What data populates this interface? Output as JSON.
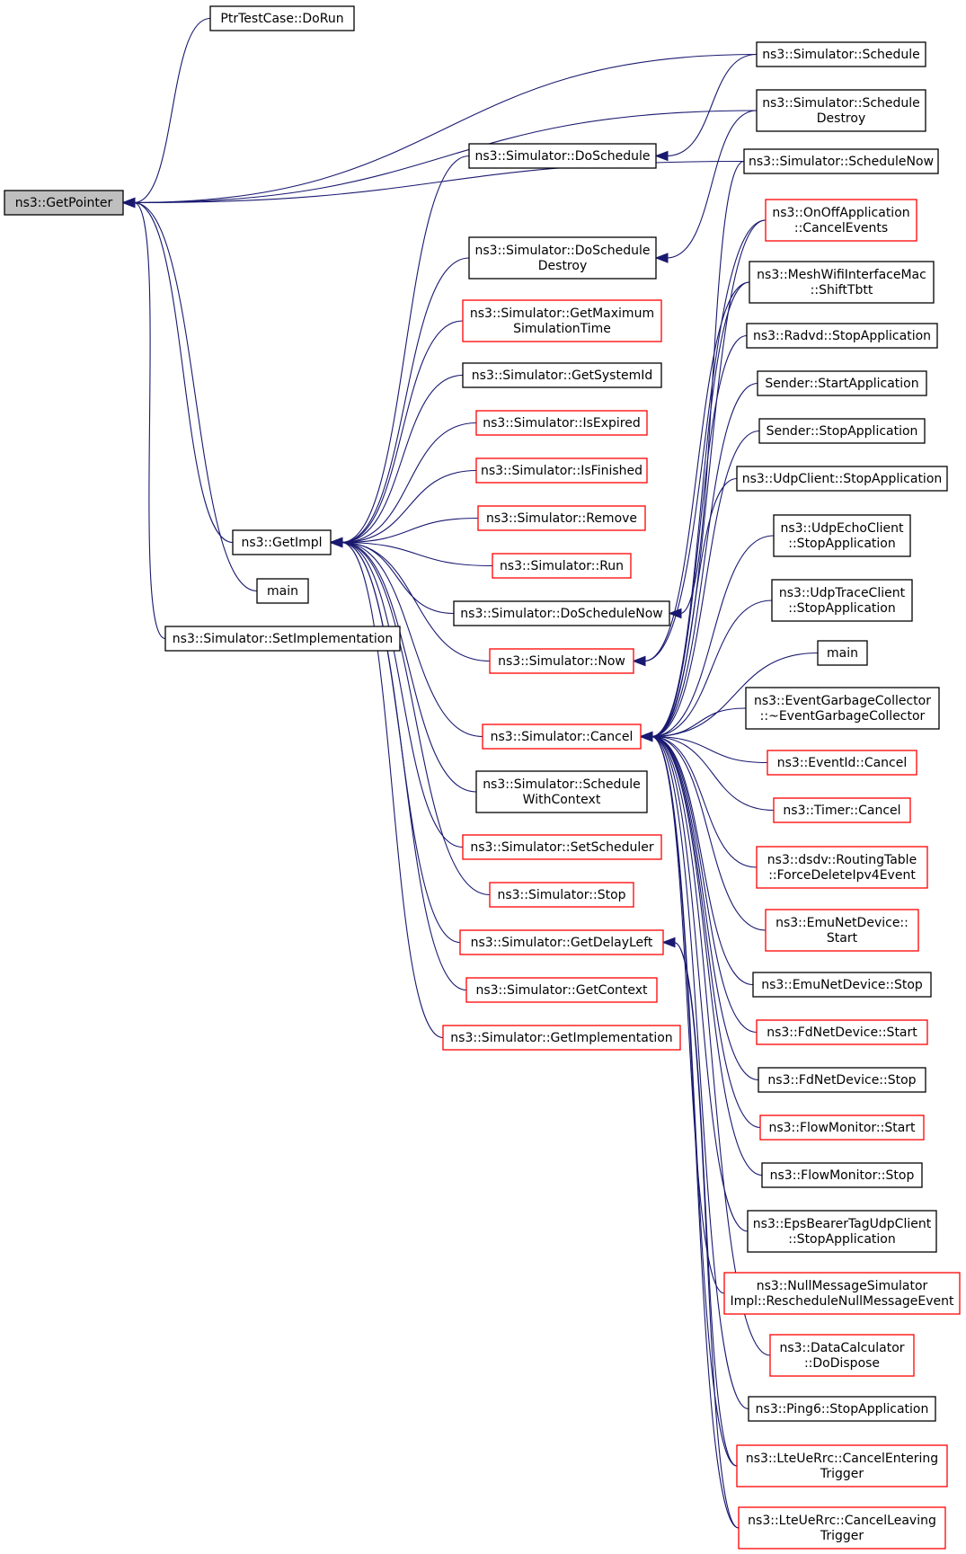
{
  "diagram": {
    "type": "caller-graph",
    "colors": {
      "edge": "#191970",
      "border_black": "#000000",
      "border_red": "#ff0000",
      "root_fill": "#bfbfbf"
    },
    "nodes": [
      {
        "id": "getpointer",
        "lines": [
          "ns3::GetPointer"
        ],
        "style": "root"
      },
      {
        "id": "ptrtestcase",
        "lines": [
          "PtrTestCase::DoRun"
        ],
        "style": "black"
      },
      {
        "id": "getimpl",
        "lines": [
          "ns3::GetImpl"
        ],
        "style": "black"
      },
      {
        "id": "main1",
        "lines": [
          "main"
        ],
        "style": "black"
      },
      {
        "id": "setimpl",
        "lines": [
          "ns3::Simulator::SetImplementation"
        ],
        "style": "black"
      },
      {
        "id": "doschedule",
        "lines": [
          "ns3::Simulator::DoSchedule"
        ],
        "style": "black"
      },
      {
        "id": "doscheduledestroy",
        "lines": [
          "ns3::Simulator::DoSchedule",
          "Destroy"
        ],
        "style": "black"
      },
      {
        "id": "getmaxsimtime",
        "lines": [
          "ns3::Simulator::GetMaximum",
          "SimulationTime"
        ],
        "style": "red"
      },
      {
        "id": "getsystemid",
        "lines": [
          "ns3::Simulator::GetSystemId"
        ],
        "style": "black"
      },
      {
        "id": "isexpired",
        "lines": [
          "ns3::Simulator::IsExpired"
        ],
        "style": "red"
      },
      {
        "id": "isfinished",
        "lines": [
          "ns3::Simulator::IsFinished"
        ],
        "style": "red"
      },
      {
        "id": "remove",
        "lines": [
          "ns3::Simulator::Remove"
        ],
        "style": "red"
      },
      {
        "id": "run",
        "lines": [
          "ns3::Simulator::Run"
        ],
        "style": "red"
      },
      {
        "id": "doschedulenow",
        "lines": [
          "ns3::Simulator::DoScheduleNow"
        ],
        "style": "black"
      },
      {
        "id": "now",
        "lines": [
          "ns3::Simulator::Now"
        ],
        "style": "red"
      },
      {
        "id": "cancel",
        "lines": [
          "ns3::Simulator::Cancel"
        ],
        "style": "red"
      },
      {
        "id": "schedulewithcontext",
        "lines": [
          "ns3::Simulator::Schedule",
          "WithContext"
        ],
        "style": "black"
      },
      {
        "id": "setscheduler",
        "lines": [
          "ns3::Simulator::SetScheduler"
        ],
        "style": "red"
      },
      {
        "id": "stop",
        "lines": [
          "ns3::Simulator::Stop"
        ],
        "style": "red"
      },
      {
        "id": "getdelayleft",
        "lines": [
          "ns3::Simulator::GetDelayLeft"
        ],
        "style": "red"
      },
      {
        "id": "getcontext",
        "lines": [
          "ns3::Simulator::GetContext"
        ],
        "style": "red"
      },
      {
        "id": "getimplementation",
        "lines": [
          "ns3::Simulator::GetImplementation"
        ],
        "style": "red"
      },
      {
        "id": "schedule",
        "lines": [
          "ns3::Simulator::Schedule"
        ],
        "style": "black"
      },
      {
        "id": "scheduledestroy",
        "lines": [
          "ns3::Simulator::Schedule",
          "Destroy"
        ],
        "style": "black"
      },
      {
        "id": "schedulenow",
        "lines": [
          "ns3::Simulator::ScheduleNow"
        ],
        "style": "black"
      },
      {
        "id": "onoff",
        "lines": [
          "ns3::OnOffApplication",
          "::CancelEvents"
        ],
        "style": "red"
      },
      {
        "id": "meshwifi",
        "lines": [
          "ns3::MeshWifiInterfaceMac",
          "::ShiftTbtt"
        ],
        "style": "black"
      },
      {
        "id": "radvd",
        "lines": [
          "ns3::Radvd::StopApplication"
        ],
        "style": "black"
      },
      {
        "id": "senderstart",
        "lines": [
          "Sender::StartApplication"
        ],
        "style": "black"
      },
      {
        "id": "senderstop",
        "lines": [
          "Sender::StopApplication"
        ],
        "style": "black"
      },
      {
        "id": "udpclient",
        "lines": [
          "ns3::UdpClient::StopApplication"
        ],
        "style": "black"
      },
      {
        "id": "udpecho",
        "lines": [
          "ns3::UdpEchoClient",
          "::StopApplication"
        ],
        "style": "black"
      },
      {
        "id": "udptrace",
        "lines": [
          "ns3::UdpTraceClient",
          "::StopApplication"
        ],
        "style": "black"
      },
      {
        "id": "main2",
        "lines": [
          "main"
        ],
        "style": "black"
      },
      {
        "id": "egc",
        "lines": [
          "ns3::EventGarbageCollector",
          "::~EventGarbageCollector"
        ],
        "style": "black"
      },
      {
        "id": "eventid",
        "lines": [
          "ns3::EventId::Cancel"
        ],
        "style": "red"
      },
      {
        "id": "timer",
        "lines": [
          "ns3::Timer::Cancel"
        ],
        "style": "red"
      },
      {
        "id": "dsdv",
        "lines": [
          "ns3::dsdv::RoutingTable",
          "::ForceDeleteIpv4Event"
        ],
        "style": "red"
      },
      {
        "id": "emustart",
        "lines": [
          "ns3::EmuNetDevice::",
          "Start"
        ],
        "style": "red"
      },
      {
        "id": "emustop",
        "lines": [
          "ns3::EmuNetDevice::Stop"
        ],
        "style": "black"
      },
      {
        "id": "fdstart",
        "lines": [
          "ns3::FdNetDevice::Start"
        ],
        "style": "red"
      },
      {
        "id": "fdstop",
        "lines": [
          "ns3::FdNetDevice::Stop"
        ],
        "style": "black"
      },
      {
        "id": "fmstart",
        "lines": [
          "ns3::FlowMonitor::Start"
        ],
        "style": "red"
      },
      {
        "id": "fmstop",
        "lines": [
          "ns3::FlowMonitor::Stop"
        ],
        "style": "black"
      },
      {
        "id": "epsbearer",
        "lines": [
          "ns3::EpsBearerTagUdpClient",
          "::StopApplication"
        ],
        "style": "black"
      },
      {
        "id": "nullmsg",
        "lines": [
          "ns3::NullMessageSimulator",
          "Impl::RescheduleNullMessageEvent"
        ],
        "style": "red"
      },
      {
        "id": "datacalc",
        "lines": [
          "ns3::DataCalculator",
          "::DoDispose"
        ],
        "style": "red"
      },
      {
        "id": "ping6",
        "lines": [
          "ns3::Ping6::StopApplication"
        ],
        "style": "black"
      },
      {
        "id": "lteentering",
        "lines": [
          "ns3::LteUeRrc::CancelEntering",
          "Trigger"
        ],
        "style": "red"
      },
      {
        "id": "lteleaving",
        "lines": [
          "ns3::LteUeRrc::CancelLeaving",
          "Trigger"
        ],
        "style": "red"
      }
    ],
    "edges": [
      {
        "from": "ptrtestcase",
        "to": "getpointer"
      },
      {
        "from": "schedule",
        "to": "getpointer"
      },
      {
        "from": "scheduledestroy",
        "to": "getpointer"
      },
      {
        "from": "schedulenow",
        "to": "getpointer"
      },
      {
        "from": "getimpl",
        "to": "getpointer"
      },
      {
        "from": "main1",
        "to": "getpointer"
      },
      {
        "from": "setimpl",
        "to": "getpointer"
      },
      {
        "from": "doschedule",
        "to": "getimpl"
      },
      {
        "from": "doscheduledestroy",
        "to": "getimpl"
      },
      {
        "from": "getmaxsimtime",
        "to": "getimpl"
      },
      {
        "from": "getsystemid",
        "to": "getimpl"
      },
      {
        "from": "isexpired",
        "to": "getimpl"
      },
      {
        "from": "isfinished",
        "to": "getimpl"
      },
      {
        "from": "remove",
        "to": "getimpl"
      },
      {
        "from": "run",
        "to": "getimpl"
      },
      {
        "from": "doschedulenow",
        "to": "getimpl"
      },
      {
        "from": "now",
        "to": "getimpl"
      },
      {
        "from": "cancel",
        "to": "getimpl"
      },
      {
        "from": "schedulewithcontext",
        "to": "getimpl"
      },
      {
        "from": "setscheduler",
        "to": "getimpl"
      },
      {
        "from": "stop",
        "to": "getimpl"
      },
      {
        "from": "getdelayleft",
        "to": "getimpl"
      },
      {
        "from": "getcontext",
        "to": "getimpl"
      },
      {
        "from": "getimplementation",
        "to": "getimpl"
      },
      {
        "from": "schedule",
        "to": "doschedule"
      },
      {
        "from": "scheduledestroy",
        "to": "doscheduledestroy"
      },
      {
        "from": "schedulenow",
        "to": "doschedulenow"
      },
      {
        "from": "onoff",
        "to": "now"
      },
      {
        "from": "meshwifi",
        "to": "now"
      },
      {
        "from": "main2",
        "to": "cancel"
      },
      {
        "from": "egc",
        "to": "cancel"
      },
      {
        "from": "eventid",
        "to": "cancel"
      },
      {
        "from": "timer",
        "to": "cancel"
      },
      {
        "from": "dsdv",
        "to": "cancel"
      },
      {
        "from": "onoff",
        "to": "cancel"
      },
      {
        "from": "meshwifi",
        "to": "cancel"
      },
      {
        "from": "radvd",
        "to": "cancel"
      },
      {
        "from": "senderstart",
        "to": "cancel"
      },
      {
        "from": "senderstop",
        "to": "cancel"
      },
      {
        "from": "udpclient",
        "to": "cancel"
      },
      {
        "from": "udpecho",
        "to": "cancel"
      },
      {
        "from": "udptrace",
        "to": "cancel"
      },
      {
        "from": "emustart",
        "to": "cancel"
      },
      {
        "from": "emustop",
        "to": "cancel"
      },
      {
        "from": "fdstart",
        "to": "cancel"
      },
      {
        "from": "fdstop",
        "to": "cancel"
      },
      {
        "from": "fmstart",
        "to": "cancel"
      },
      {
        "from": "fmstop",
        "to": "cancel"
      },
      {
        "from": "epsbearer",
        "to": "cancel"
      },
      {
        "from": "nullmsg",
        "to": "cancel"
      },
      {
        "from": "datacalc",
        "to": "cancel"
      },
      {
        "from": "ping6",
        "to": "cancel"
      },
      {
        "from": "lteentering",
        "to": "cancel"
      },
      {
        "from": "lteleaving",
        "to": "cancel"
      },
      {
        "from": "lteentering",
        "to": "getdelayleft"
      },
      {
        "from": "lteleaving",
        "to": "getdelayleft"
      }
    ]
  }
}
